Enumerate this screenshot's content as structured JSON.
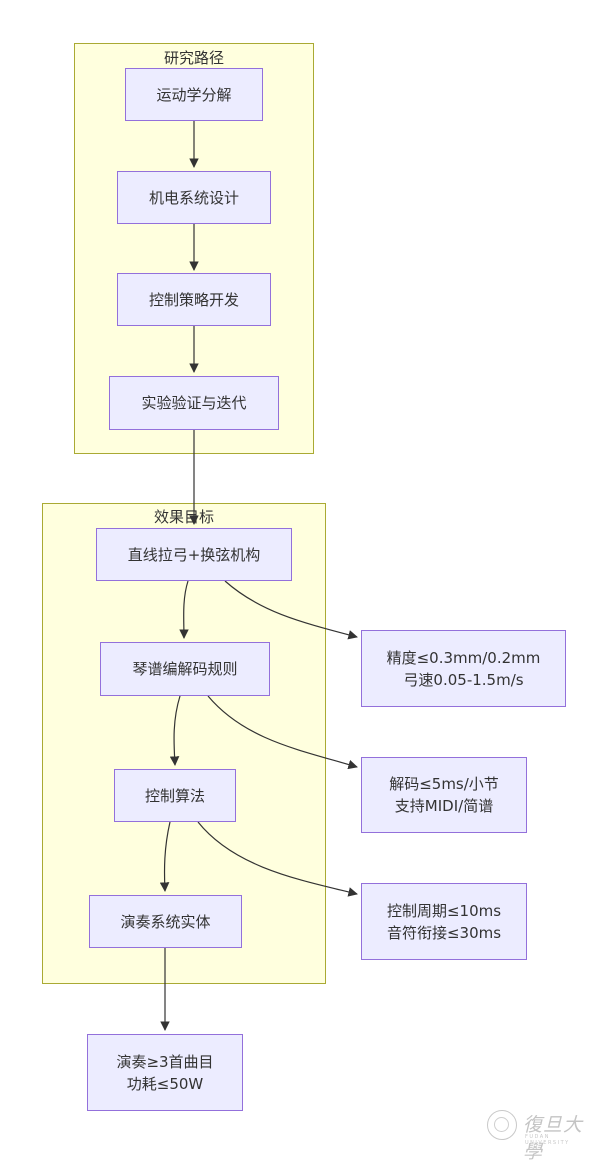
{
  "clusters": {
    "research": {
      "title": "研究路径"
    },
    "goals": {
      "title": "效果目标"
    }
  },
  "nodes": {
    "n1": [
      "运动学分解"
    ],
    "n2": [
      "机电系统设计"
    ],
    "n3": [
      "控制策略开发"
    ],
    "n4": [
      "实验验证与迭代"
    ],
    "g1": [
      "直线拉弓+换弦机构"
    ],
    "g2": [
      "琴谱编解码规则"
    ],
    "g3": [
      "控制算法"
    ],
    "g4": [
      "演奏系统实体"
    ],
    "s1": [
      "精度≤0.3mm/0.2mm",
      "弓速0.05-1.5m/s"
    ],
    "s2": [
      "解码≤5ms/小节",
      "支持MIDI/简谱"
    ],
    "s3": [
      "控制周期≤10ms",
      "音符衔接≤30ms"
    ],
    "final": [
      "演奏≥3首曲目",
      "功耗≤50W"
    ]
  },
  "watermark": {
    "text": "復旦大學",
    "sub": "FUDAN UNIVERSITY"
  },
  "colors": {
    "cluster_fill": "#ffffde",
    "cluster_stroke": "#aaaa33",
    "node_fill": "#ececff",
    "node_stroke": "#9370db",
    "edge": "#333333"
  }
}
